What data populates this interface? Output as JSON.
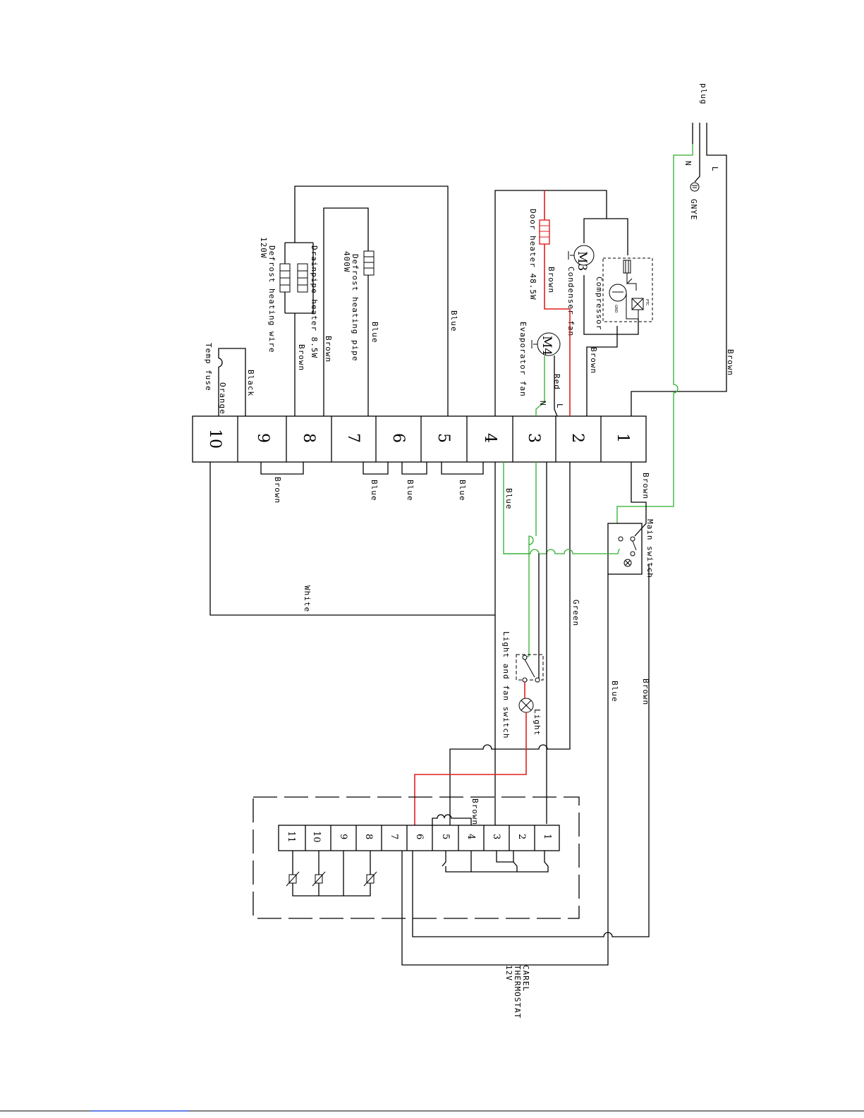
{
  "plug": {
    "label": "plug",
    "n": "N",
    "l": "L",
    "gnye": "GNYE"
  },
  "components": {
    "compressor": "Compressor",
    "ptc": "PTC",
    "gnd": "GND",
    "m3": "M3",
    "condenser_fan": "Condenser fan",
    "door_heater": "Door heater 48.5W",
    "m4": "M4",
    "evaporator_fan": "Evaporator fan",
    "defrost_pipe": "Defrost heating pipe",
    "defrost_pipe_power": "400W",
    "drainpipe_heater": "Drainpipe heater 8.5W",
    "defrost_wire": "Defrost heating wire",
    "defrost_wire_power": "120W",
    "temp_fuse": "Temp fuse",
    "main_switch": "Main switch",
    "light_fan_switch": "Light and fan switch",
    "light": "Light",
    "thermostat_line1": "CAREL",
    "thermostat_line2": "THERMOSTAT",
    "thermostat_line3": "12V"
  },
  "wires": {
    "brown": "Brown",
    "blue": "Blue",
    "red": "Red",
    "green": "Green",
    "white": "White",
    "black": "Black",
    "orange": "Orange",
    "l": "L",
    "n": "N"
  },
  "terminal_block": [
    "1",
    "2",
    "3",
    "4",
    "5",
    "6",
    "7",
    "8",
    "9",
    "10"
  ],
  "thermostat_terminals": [
    "1",
    "2",
    "3",
    "4",
    "5",
    "6",
    "7",
    "8",
    "9",
    "10",
    "11"
  ],
  "colors": {
    "wire": "#000000",
    "green_wire": "#2fae2f",
    "red_wire": "#e01f1f"
  }
}
